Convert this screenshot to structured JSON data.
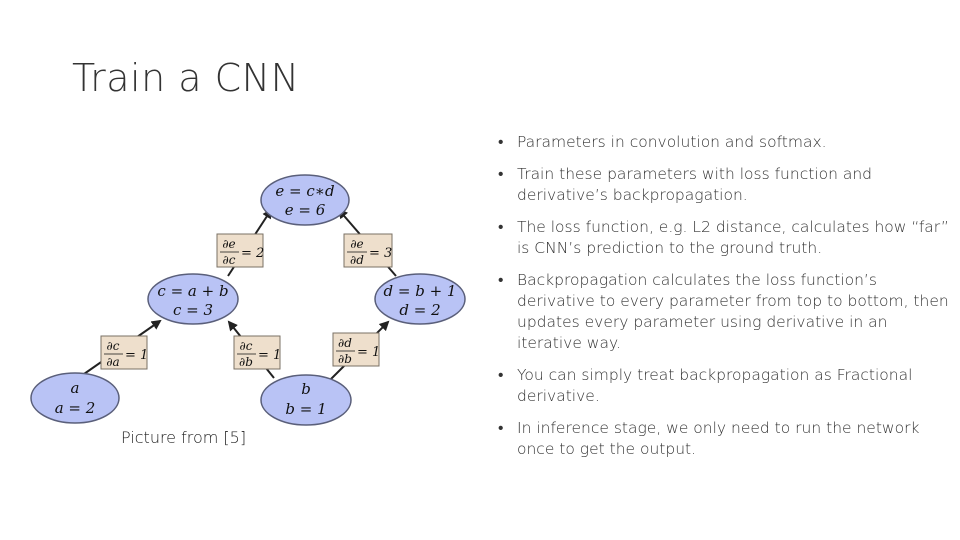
{
  "slide": {
    "title": "Train a CNN",
    "bullets": [
      "Parameters in convolution and softmax.",
      "Train these parameters with loss function and derivative’s backpropagation.",
      "The loss function, e.g. L2 distance, calculates how “far” is CNN’s prediction to the ground truth.",
      "Backpropagation calculates the loss function’s derivative to every parameter from top to bottom, then updates every parameter using derivative in an iterative way.",
      "You can simply treat backpropagation as Fractional derivative.",
      "In inference stage, we only need to run the network once to get the output."
    ],
    "caption": "Picture from [5]"
  },
  "diagram": {
    "nodes": {
      "e": {
        "line1": "e = c∗d",
        "line2": "e = 6"
      },
      "c": {
        "line1": "c = a + b",
        "line2": "c = 3"
      },
      "d": {
        "line1": "d = b + 1",
        "line2": "d = 2"
      },
      "a": {
        "line1": "a",
        "line2": "a = 2"
      },
      "b": {
        "line1": "b",
        "line2": "b = 1"
      }
    },
    "edges": {
      "e_c": {
        "num": "∂e",
        "den": "∂c",
        "value": "= 2"
      },
      "e_d": {
        "num": "∂e",
        "den": "∂d",
        "value": "= 3"
      },
      "c_a": {
        "num": "∂c",
        "den": "∂a",
        "value": "= 1"
      },
      "c_b": {
        "num": "∂c",
        "den": "∂b",
        "value": "= 1"
      },
      "d_b": {
        "num": "∂d",
        "den": "∂b",
        "value": "= 1"
      }
    },
    "colors": {
      "node_fill": "#b9c3f5",
      "node_stroke": "#5a5f7a",
      "label_fill": "#eedfcc",
      "label_stroke": "#7a7065",
      "arrow": "#222222"
    }
  }
}
